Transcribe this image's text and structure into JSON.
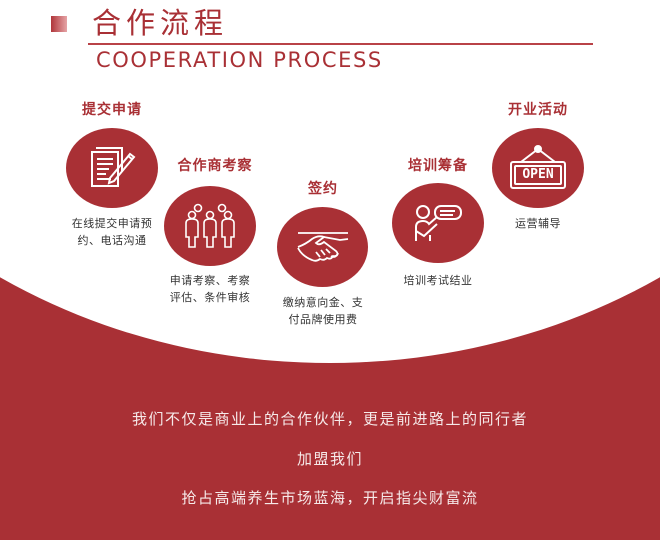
{
  "header": {
    "title": "合作流程",
    "subtitle": "COOPERATION PROCESS"
  },
  "colors": {
    "brand_red": "#a93035",
    "text_dark": "#333333",
    "white": "#ffffff"
  },
  "steps": [
    {
      "title": "提交申请",
      "icon": "document-pen-icon",
      "desc_line1": "在线提交申请预",
      "desc_line2": "约、电话沟通"
    },
    {
      "title": "合作商考察",
      "icon": "team-people-icon",
      "desc_line1": "申请考察、考察",
      "desc_line2": "评估、条件审核"
    },
    {
      "title": "签约",
      "icon": "handshake-icon",
      "desc_line1": "缴纳意向金、支",
      "desc_line2": "付品牌使用费"
    },
    {
      "title": "培训筹备",
      "icon": "trainer-speech-icon",
      "desc_line1": "培训考试结业",
      "desc_line2": ""
    },
    {
      "title": "开业活动",
      "icon": "open-sign-icon",
      "desc_line1": "运营辅导",
      "desc_line2": "",
      "sign_text": "OPEN"
    }
  ],
  "slogan": {
    "line1": "我们不仅是商业上的合作伙伴，更是前进路上的同行者",
    "line2": "加盟我们",
    "line3": "抢占高端养生市场蓝海，开启指尖财富流"
  }
}
